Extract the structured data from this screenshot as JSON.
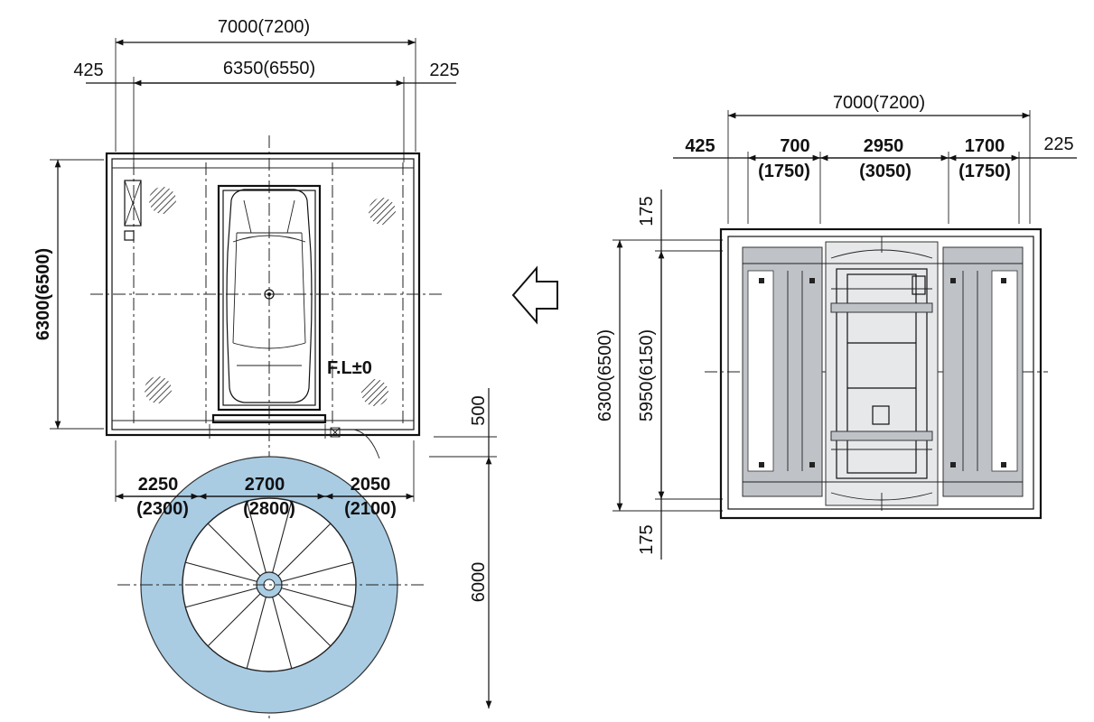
{
  "left_plan": {
    "overall_width": "7000(7200)",
    "inner_width": "6350(6550)",
    "left_offset": "425",
    "right_offset": "225",
    "depth": "6300(6500)",
    "floor_level": "F.L±0",
    "bottom_left": "2250",
    "bottom_left_alt": "(2300)",
    "bottom_mid": "2700",
    "bottom_mid_alt": "(2800)",
    "bottom_right": "2050",
    "bottom_right_alt": "(2100)",
    "gap_height": "500",
    "turntable_height": "6000"
  },
  "right_plan": {
    "overall_width": "7000(7200)",
    "seg1": "425",
    "seg2": "700",
    "seg2_alt": "(1750)",
    "seg3": "2950",
    "seg3_alt": "(3050)",
    "seg4": "1700",
    "seg4_alt": "(1750)",
    "seg5": "225",
    "top_margin": "175",
    "bottom_margin": "175",
    "outer_depth": "6300(6500)",
    "inner_depth": "5950(6150)"
  },
  "colors": {
    "turntable": "#a9cce3",
    "platform": "#bfc3c8",
    "line": "#111111"
  },
  "icons": {
    "direction_arrow": "arrow-left-outline-icon"
  }
}
